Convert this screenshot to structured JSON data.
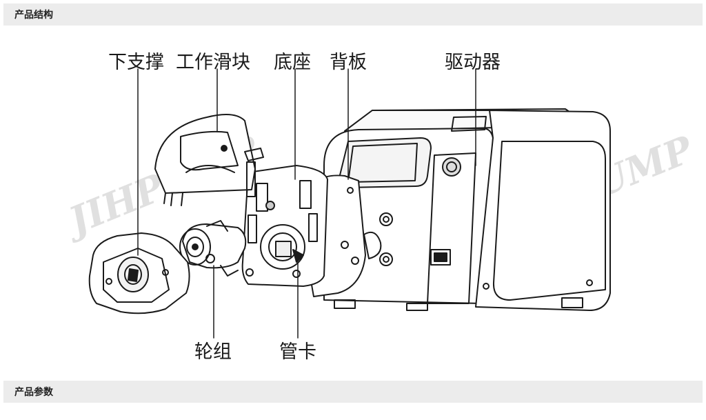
{
  "sections": {
    "structure_title": "产品结构",
    "params_title": "产品参数"
  },
  "labels": {
    "lower_support": "下支撑",
    "working_slider": "工作滑块",
    "base": "底座",
    "back_plate": "背板",
    "driver": "驱动器",
    "roller_group": "轮组",
    "tube_clamp": "管卡"
  },
  "watermark": {
    "text": "JIHPUMP",
    "color": "#d8d8d8"
  },
  "colors": {
    "section_bg": "#ececec",
    "line": "#1a1a1a"
  }
}
